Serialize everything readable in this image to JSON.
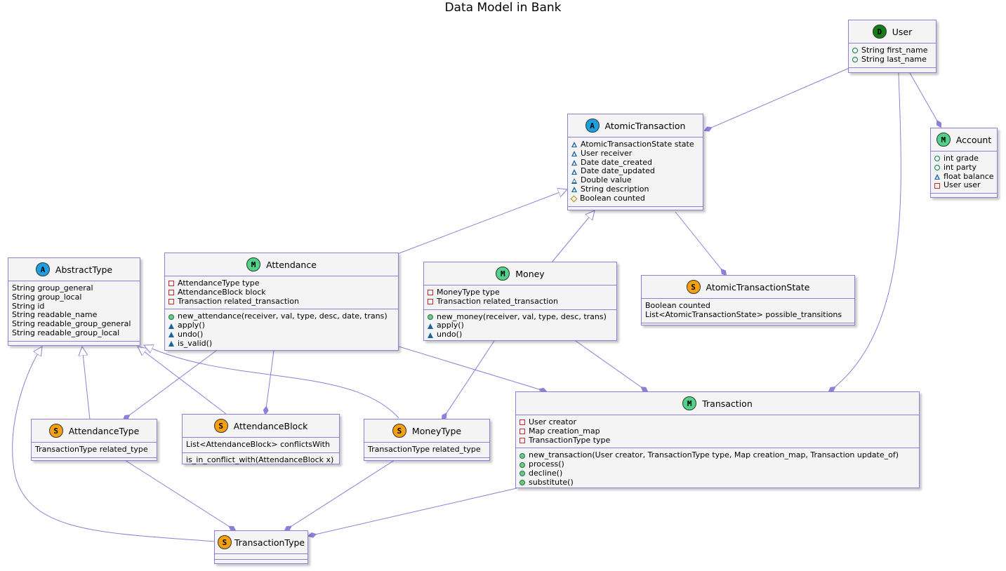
{
  "title": "Data Model in Bank",
  "colors": {
    "border": "#8a81d8",
    "class_bg": "#f4f4f4",
    "badge_A": "#1ba1e2",
    "badge_M": "#4fd38a",
    "badge_S": "#f5a011",
    "badge_D": "#157e16"
  },
  "classes": {
    "user": {
      "badge": "D",
      "name": "User",
      "attributes": [
        {
          "vis": "public",
          "text": "String first_name"
        },
        {
          "vis": "public",
          "text": "String last_name"
        }
      ],
      "methods": []
    },
    "atomic_transaction": {
      "badge": "A",
      "name": "AtomicTransaction",
      "attributes": [
        {
          "vis": "package",
          "text": "AtomicTransactionState state"
        },
        {
          "vis": "package",
          "text": "User receiver"
        },
        {
          "vis": "package",
          "text": "Date date_created"
        },
        {
          "vis": "package",
          "text": "Date date_updated"
        },
        {
          "vis": "package",
          "text": "Double value"
        },
        {
          "vis": "package",
          "text": "String description"
        },
        {
          "vis": "protected",
          "text": "Boolean counted"
        }
      ],
      "methods": []
    },
    "account": {
      "badge": "M",
      "name": "Account",
      "attributes": [
        {
          "vis": "public",
          "text": "int grade"
        },
        {
          "vis": "public",
          "text": "int party"
        },
        {
          "vis": "package",
          "text": "float balance"
        },
        {
          "vis": "private",
          "text": "User user"
        }
      ],
      "methods": []
    },
    "abstract_type": {
      "badge": "A",
      "name": "AbstractType",
      "attributes": [
        {
          "vis": "",
          "text": "String group_general"
        },
        {
          "vis": "",
          "text": "String group_local"
        },
        {
          "vis": "",
          "text": "String id"
        },
        {
          "vis": "",
          "text": "String readable_name"
        },
        {
          "vis": "",
          "text": "String readable_group_general"
        },
        {
          "vis": "",
          "text": "String readable_group_local"
        }
      ],
      "methods": []
    },
    "attendance": {
      "badge": "M",
      "name": "Attendance",
      "attributes": [
        {
          "vis": "private",
          "text": "AttendanceType type"
        },
        {
          "vis": "private",
          "text": "AttendanceBlock block"
        },
        {
          "vis": "private",
          "text": "Transaction related_transaction"
        }
      ],
      "methods": [
        {
          "vis": "public",
          "text": "new_attendance(receiver, val, type, desc, date, trans)"
        },
        {
          "vis": "package-filled",
          "text": "apply()"
        },
        {
          "vis": "package-filled",
          "text": "undo()"
        },
        {
          "vis": "package-filled",
          "text": "is_valid()"
        }
      ]
    },
    "money": {
      "badge": "M",
      "name": "Money",
      "attributes": [
        {
          "vis": "private",
          "text": "MoneyType type"
        },
        {
          "vis": "private",
          "text": "Transaction related_transaction"
        }
      ],
      "methods": [
        {
          "vis": "public",
          "text": "new_money(receiver, val, type, desc, trans)"
        },
        {
          "vis": "package-filled",
          "text": "apply()"
        },
        {
          "vis": "package-filled",
          "text": "undo()"
        }
      ]
    },
    "atomic_transaction_state": {
      "badge": "S",
      "name": "AtomicTransactionState",
      "attributes": [
        {
          "vis": "",
          "text": "Boolean counted"
        },
        {
          "vis": "",
          "text": "List<AtomicTransactionState> possible_transitions"
        }
      ],
      "methods": []
    },
    "transaction": {
      "badge": "M",
      "name": "Transaction",
      "attributes": [
        {
          "vis": "private",
          "text": "User creator"
        },
        {
          "vis": "private",
          "text": "Map creation_map"
        },
        {
          "vis": "private",
          "text": "TransactionType type"
        }
      ],
      "methods": [
        {
          "vis": "public",
          "text": "new_transaction(User creator, TransactionType type, Map creation_map, Transaction update_of)"
        },
        {
          "vis": "public",
          "text": "process()"
        },
        {
          "vis": "public",
          "text": "decline()"
        },
        {
          "vis": "public",
          "text": "substitute()"
        }
      ]
    },
    "attendance_type": {
      "badge": "S",
      "name": "AttendanceType",
      "attributes": [
        {
          "vis": "",
          "text": "TransactionType related_type"
        }
      ],
      "methods": []
    },
    "attendance_block": {
      "badge": "S",
      "name": "AttendanceBlock",
      "attributes": [
        {
          "vis": "",
          "text": "List<AttendanceBlock> conflictsWith"
        }
      ],
      "methods": [
        {
          "vis": "",
          "text": "is_in_conflict_with(AttendanceBlock x)"
        }
      ]
    },
    "money_type": {
      "badge": "S",
      "name": "MoneyType",
      "attributes": [
        {
          "vis": "",
          "text": "TransactionType related_type"
        }
      ],
      "methods": []
    },
    "transaction_type": {
      "badge": "S",
      "name": "TransactionType",
      "attributes": [],
      "methods": []
    }
  },
  "relations": [
    {
      "from": "user",
      "to": "atomic_transaction",
      "kind": "composition"
    },
    {
      "from": "user",
      "to": "account",
      "kind": "composition"
    },
    {
      "from": "user",
      "to": "transaction",
      "kind": "composition"
    },
    {
      "from": "attendance",
      "to": "atomic_transaction",
      "kind": "inheritance"
    },
    {
      "from": "money",
      "to": "atomic_transaction",
      "kind": "inheritance"
    },
    {
      "from": "atomic_transaction",
      "to": "atomic_transaction_state",
      "kind": "composition"
    },
    {
      "from": "attendance",
      "to": "transaction",
      "kind": "composition"
    },
    {
      "from": "money",
      "to": "transaction",
      "kind": "composition"
    },
    {
      "from": "attendance",
      "to": "attendance_type",
      "kind": "composition"
    },
    {
      "from": "attendance",
      "to": "attendance_block",
      "kind": "composition"
    },
    {
      "from": "money",
      "to": "money_type",
      "kind": "composition"
    },
    {
      "from": "attendance_type",
      "to": "abstract_type",
      "kind": "inheritance"
    },
    {
      "from": "attendance_block",
      "to": "abstract_type",
      "kind": "inheritance"
    },
    {
      "from": "money_type",
      "to": "abstract_type",
      "kind": "inheritance"
    },
    {
      "from": "transaction_type",
      "to": "abstract_type",
      "kind": "inheritance"
    },
    {
      "from": "attendance_type",
      "to": "transaction_type",
      "kind": "composition"
    },
    {
      "from": "money_type",
      "to": "transaction_type",
      "kind": "composition"
    },
    {
      "from": "transaction",
      "to": "transaction_type",
      "kind": "composition"
    }
  ]
}
